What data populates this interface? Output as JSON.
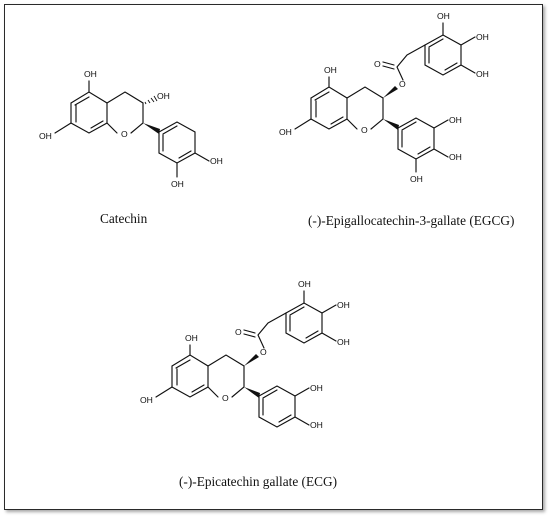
{
  "figure": {
    "catechin": {
      "caption": "Catechin",
      "labels": {
        "oh5": "OH",
        "oh7": "OH",
        "o1": "O",
        "oh3": "OH",
        "oh3p": "OH",
        "oh4p": "OH"
      }
    },
    "egcg": {
      "caption": "(-)-Epigallocatechin-3-gallate (EGCG)",
      "labels": {
        "oh5": "OH",
        "oh7": "OH",
        "o1": "O",
        "o3": "O",
        "ocarb": "O",
        "g_oh_top": "OH",
        "g_oh_mid": "OH",
        "g_oh_bot": "OH",
        "b_oh3": "OH",
        "b_oh4": "OH",
        "b_oh5": "OH"
      }
    },
    "ecg": {
      "caption": "(-)-Epicatechin gallate (ECG)",
      "labels": {
        "oh5": "OH",
        "oh7": "OH",
        "o1": "O",
        "o3": "O",
        "ocarb": "O",
        "g_oh_top": "OH",
        "g_oh_mid": "OH",
        "g_oh_bot": "OH",
        "b_oh3": "OH",
        "b_oh4": "OH"
      }
    }
  }
}
